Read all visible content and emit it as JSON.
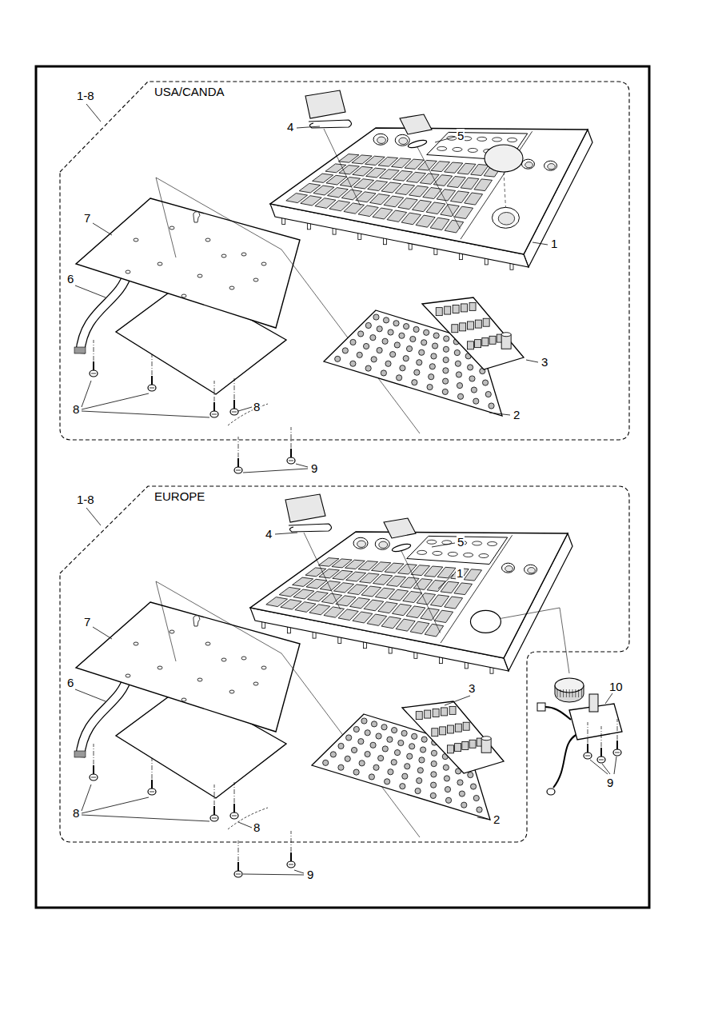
{
  "diagram": {
    "nodes": [
      {
        "text": [
          "USA/CANDA"
        ]
      },
      {
        "text": [
          "EUROPE"
        ]
      }
    ],
    "labels": [
      "1-8",
      "4",
      "5",
      "1",
      "7",
      "6",
      "3",
      "2",
      "8",
      "8",
      "9",
      "1-8",
      "4",
      "5",
      "1",
      "7",
      "6",
      "3",
      "10",
      "9",
      "2",
      "8",
      "8",
      "9"
    ]
  }
}
